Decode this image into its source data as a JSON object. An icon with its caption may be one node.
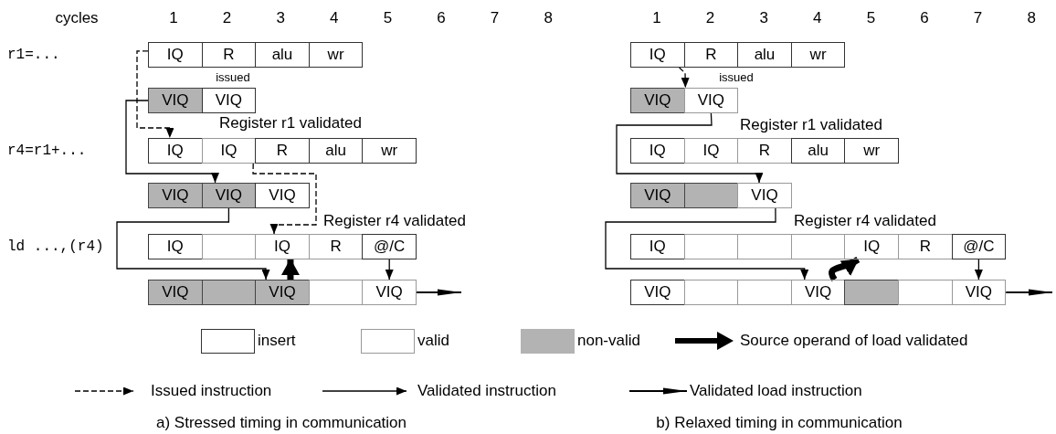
{
  "diagram": {
    "nodes": [
      {
        "text": [
          "IQ"
        ]
      },
      {
        "text": [
          "R"
        ]
      },
      {
        "text": [
          "alu"
        ]
      },
      {
        "text": [
          "wr"
        ]
      },
      {
        "text": [
          "VIQ"
        ]
      },
      {
        "text": [
          "VIQ"
        ]
      },
      {
        "text": [
          "IQ"
        ]
      },
      {
        "text": [
          "IQ"
        ]
      },
      {
        "text": [
          "R"
        ]
      },
      {
        "text": [
          "alu"
        ]
      },
      {
        "text": [
          "wr"
        ]
      },
      {
        "text": [
          "VIQ"
        ]
      },
      {
        "text": [
          "VIQ"
        ]
      },
      {
        "text": [
          "VIQ"
        ]
      },
      {
        "text": [
          "IQ"
        ]
      },
      {
        "text": [],
        "shape": "box"
      },
      {
        "text": [
          "IQ"
        ]
      },
      {
        "text": [
          "R"
        ]
      },
      {
        "text": [
          "@/C"
        ]
      },
      {
        "text": [
          "VIQ"
        ]
      },
      {
        "text": [],
        "shape": "box"
      },
      {
        "text": [
          "VIQ"
        ]
      },
      {
        "text": [],
        "shape": "box"
      },
      {
        "text": [
          "VIQ"
        ]
      },
      {
        "text": [
          "IQ"
        ]
      },
      {
        "text": [
          "R"
        ]
      },
      {
        "text": [
          "alu"
        ]
      },
      {
        "text": [
          "wr"
        ]
      },
      {
        "text": [
          "VIQ"
        ]
      },
      {
        "text": [
          "VIQ"
        ]
      },
      {
        "text": [
          "IQ"
        ]
      },
      {
        "text": [
          "IQ"
        ]
      },
      {
        "text": [
          "R"
        ]
      },
      {
        "text": [
          "alu"
        ]
      },
      {
        "text": [
          "wr"
        ]
      },
      {
        "text": [
          "VIQ"
        ]
      },
      {
        "text": [],
        "shape": "box"
      },
      {
        "text": [
          "VIQ"
        ]
      },
      {
        "text": [
          "IQ"
        ]
      },
      {
        "text": [],
        "shape": "box"
      },
      {
        "text": [],
        "shape": "box"
      },
      {
        "text": [],
        "shape": "box"
      },
      {
        "text": [
          "IQ"
        ]
      },
      {
        "text": [
          "R"
        ]
      },
      {
        "text": [
          "@/C"
        ]
      },
      {
        "text": [
          "VIQ"
        ]
      },
      {
        "text": [],
        "shape": "box"
      },
      {
        "text": [],
        "shape": "box"
      },
      {
        "text": [
          "VIQ"
        ]
      },
      {
        "text": [],
        "shape": "box"
      },
      {
        "text": [],
        "shape": "box"
      },
      {
        "text": [
          "VIQ"
        ]
      }
    ],
    "edges": [
      {
        "from": 0,
        "to": 6,
        "arrow": "to",
        "style": "dashed"
      },
      {
        "from": 4,
        "to": 12,
        "arrow": "to"
      },
      {
        "from": 7,
        "to": 16,
        "arrow": "to",
        "style": "dashed"
      },
      {
        "from": 12,
        "to": 21,
        "arrow": "to"
      },
      {
        "from": 21,
        "to": 16,
        "arrow": "to",
        "style": "thick"
      },
      {
        "from": 18,
        "to": 23,
        "arrow": "to"
      },
      {
        "from": 23,
        "to": null,
        "arrow": "to"
      },
      {
        "from": 24,
        "to": 29,
        "arrow": "to",
        "style": "dashed"
      },
      {
        "from": 29,
        "to": 37,
        "arrow": "to"
      },
      {
        "from": 37,
        "to": 48,
        "arrow": "to"
      },
      {
        "from": 48,
        "to": 42,
        "arrow": "to",
        "style": "thick"
      },
      {
        "from": 44,
        "to": 51,
        "arrow": "to"
      },
      {
        "from": 51,
        "to": null,
        "arrow": "to"
      }
    ],
    "labels": [
      "cycles",
      "1",
      "2",
      "3",
      "4",
      "5",
      "6",
      "7",
      "8",
      "1",
      "2",
      "3",
      "4",
      "5",
      "6",
      "7",
      "8",
      "r1=...",
      "issued",
      "issued",
      "Register r1 validated",
      "Register r1 validated",
      "r4=r1+...",
      "Register r4 validated",
      "Register r4 validated",
      "ld ...,(r4)",
      "a) Stressed timing in communication",
      "b) Relaxed timing in communication"
    ],
    "legend": [
      {
        "text": "insert"
      },
      {
        "text": "valid"
      },
      {
        "text": "non-valid",
        "color": "#b3b3b3"
      },
      {
        "text": "Source operand of load validated"
      },
      {
        "text": "Issued instruction"
      },
      {
        "text": "Validated instruction"
      },
      {
        "text": "Validated load instruction"
      }
    ]
  }
}
